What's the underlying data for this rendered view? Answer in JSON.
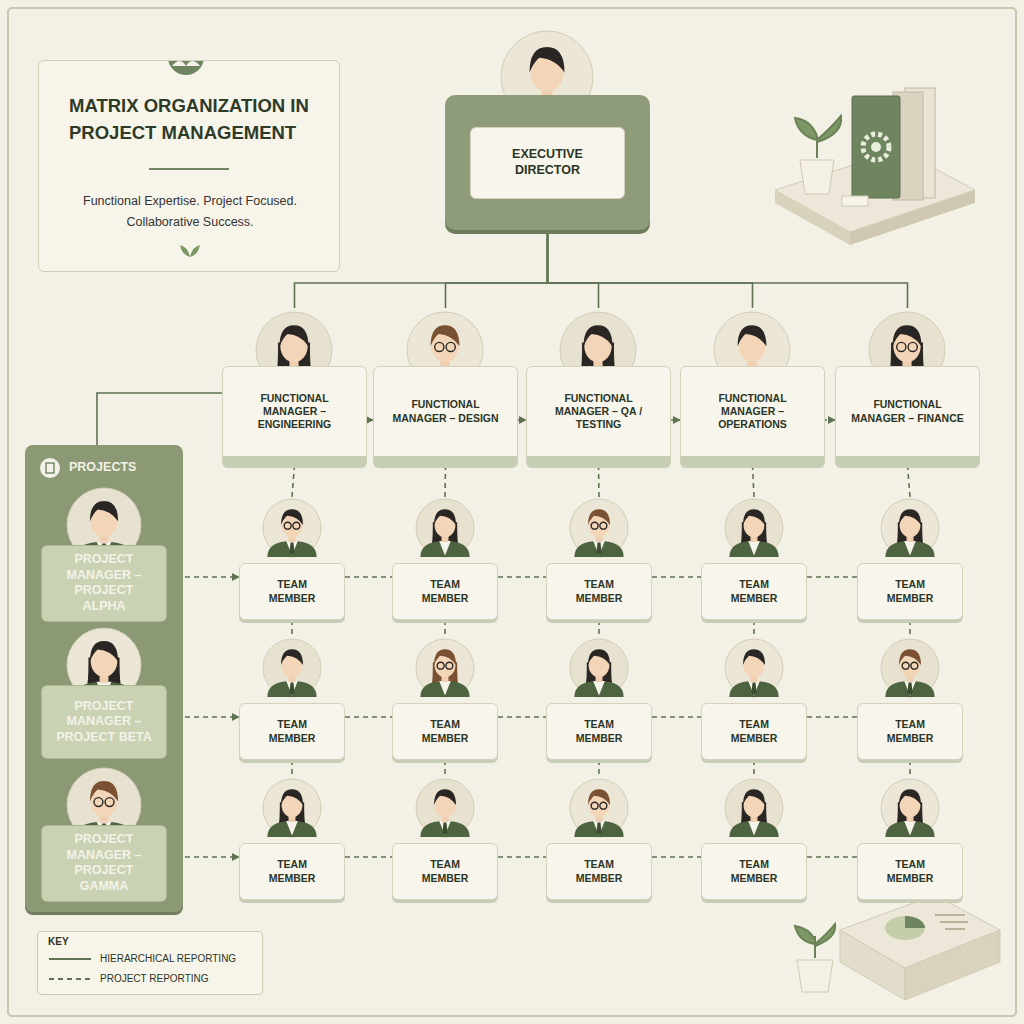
{
  "diagram": {
    "title": "MATRIX ORGANIZATION IN PROJECT MANAGEMENT",
    "caption": "Functional Expertise. Project Focused. Collaborative Success.",
    "nodes": [
      {
        "text": [
          "EXECUTIVE DIRECTOR"
        ]
      },
      {
        "text": [
          "FUNCTIONAL MANAGER – ENGINEERING"
        ]
      },
      {
        "text": [
          "FUNCTIONAL MANAGER – DESIGN"
        ]
      },
      {
        "text": [
          "FUNCTIONAL MANAGER – QA / TESTING"
        ]
      },
      {
        "text": [
          "FUNCTIONAL MANAGER – OPERATIONS"
        ]
      },
      {
        "text": [
          "FUNCTIONAL MANAGER – FINANCE"
        ]
      },
      {
        "text": [
          "PROJECTS"
        ]
      },
      {
        "text": [
          "PROJECT MANAGER – PROJECT ALPHA"
        ],
        "in": 6
      },
      {
        "text": [
          "PROJECT MANAGER – PROJECT BETA"
        ],
        "in": 6
      },
      {
        "text": [
          "PROJECT MANAGER – PROJECT GAMMA"
        ],
        "in": 6
      },
      {
        "text": [
          "TEAM MEMBER"
        ]
      },
      {
        "text": [
          "TEAM MEMBER"
        ]
      },
      {
        "text": [
          "TEAM MEMBER"
        ]
      },
      {
        "text": [
          "TEAM MEMBER"
        ]
      },
      {
        "text": [
          "TEAM MEMBER"
        ]
      },
      {
        "text": [
          "TEAM MEMBER"
        ]
      },
      {
        "text": [
          "TEAM MEMBER"
        ]
      },
      {
        "text": [
          "TEAM MEMBER"
        ]
      },
      {
        "text": [
          "TEAM MEMBER"
        ]
      },
      {
        "text": [
          "TEAM MEMBER"
        ]
      },
      {
        "text": [
          "TEAM MEMBER"
        ]
      },
      {
        "text": [
          "TEAM MEMBER"
        ]
      },
      {
        "text": [
          "TEAM MEMBER"
        ]
      },
      {
        "text": [
          "TEAM MEMBER"
        ]
      },
      {
        "text": [
          "TEAM MEMBER"
        ]
      }
    ],
    "edges": [
      {
        "from": 0,
        "to": 1,
        "arrow": "none"
      },
      {
        "from": 0,
        "to": 2,
        "arrow": "none"
      },
      {
        "from": 0,
        "to": 3,
        "arrow": "none"
      },
      {
        "from": 0,
        "to": 4,
        "arrow": "none"
      },
      {
        "from": 0,
        "to": 5,
        "arrow": "none"
      },
      {
        "from": 1,
        "to": 6,
        "arrow": "none"
      },
      {
        "from": 1,
        "to": 2,
        "arrow": "to"
      },
      {
        "from": 2,
        "to": 3,
        "arrow": "to"
      },
      {
        "from": 3,
        "to": 4,
        "arrow": "to"
      },
      {
        "from": 4,
        "to": 5,
        "arrow": "to"
      },
      {
        "from": 1,
        "to": 10,
        "arrow": "none"
      },
      {
        "from": 2,
        "to": 11,
        "arrow": "none"
      },
      {
        "from": 3,
        "to": 12,
        "arrow": "none"
      },
      {
        "from": 4,
        "to": 13,
        "arrow": "none"
      },
      {
        "from": 5,
        "to": 14,
        "arrow": "none"
      },
      {
        "from": 10,
        "to": 15,
        "arrow": "none"
      },
      {
        "from": 11,
        "to": 16,
        "arrow": "none"
      },
      {
        "from": 12,
        "to": 17,
        "arrow": "none"
      },
      {
        "from": 13,
        "to": 18,
        "arrow": "none"
      },
      {
        "from": 14,
        "to": 19,
        "arrow": "none"
      },
      {
        "from": 15,
        "to": 20,
        "arrow": "none"
      },
      {
        "from": 16,
        "to": 21,
        "arrow": "none"
      },
      {
        "from": 17,
        "to": 22,
        "arrow": "none"
      },
      {
        "from": 18,
        "to": 23,
        "arrow": "none"
      },
      {
        "from": 19,
        "to": 24,
        "arrow": "none"
      },
      {
        "from": 7,
        "to": 10,
        "arrow": "to"
      },
      {
        "from": 10,
        "to": 11,
        "arrow": "none"
      },
      {
        "from": 11,
        "to": 12,
        "arrow": "none"
      },
      {
        "from": 12,
        "to": 13,
        "arrow": "none"
      },
      {
        "from": 13,
        "to": 14,
        "arrow": "none"
      },
      {
        "from": 8,
        "to": 15,
        "arrow": "to"
      },
      {
        "from": 15,
        "to": 16,
        "arrow": "none"
      },
      {
        "from": 16,
        "to": 17,
        "arrow": "none"
      },
      {
        "from": 17,
        "to": 18,
        "arrow": "none"
      },
      {
        "from": 18,
        "to": 19,
        "arrow": "none"
      },
      {
        "from": 9,
        "to": 20,
        "arrow": "to"
      },
      {
        "from": 20,
        "to": 21,
        "arrow": "none"
      },
      {
        "from": 21,
        "to": 22,
        "arrow": "none"
      },
      {
        "from": 22,
        "to": 23,
        "arrow": "none"
      },
      {
        "from": 23,
        "to": 24,
        "arrow": "none"
      }
    ],
    "labels": [
      "KEY"
    ],
    "legend": [
      {
        "text": "HIERARCHICAL REPORTING"
      },
      {
        "text": "PROJECT REPORTING"
      }
    ]
  }
}
